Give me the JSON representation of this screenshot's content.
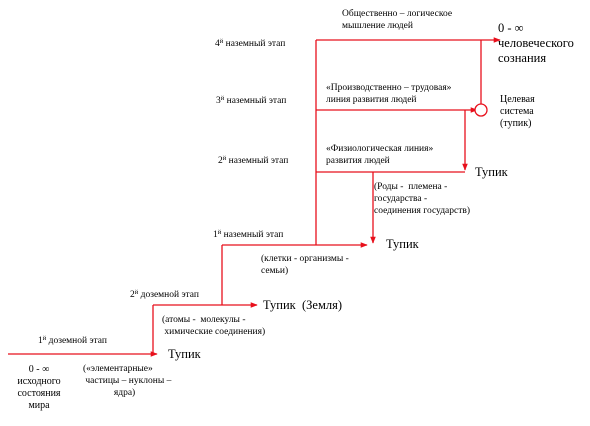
{
  "stages": [
    {
      "num": "1",
      "sup": "й",
      "text": " доземной этап"
    },
    {
      "num": "2",
      "sup": "й",
      "text": " доземной этап"
    },
    {
      "num": "1",
      "sup": "й",
      "text": " наземный этап"
    },
    {
      "num": "2",
      "sup": "й",
      "text": " наземный этап"
    },
    {
      "num": "3",
      "sup": "й",
      "text": " наземный этап"
    },
    {
      "num": "4",
      "sup": "й",
      "text": " наземный этап"
    }
  ],
  "start": "0 - ∞\nисходного\nсостояния\nмира",
  "levels": [
    {
      "desc": "(«элементарные»\n частицы – нуклоны –\n             ядра)",
      "end": "Тупик"
    },
    {
      "desc": "(атомы -  молекулы -\n химические соединения)",
      "end": "Тупик  (Земля)"
    },
    {
      "desc": "(клетки - организмы -\nсемьи)",
      "end": "Тупик"
    },
    {
      "desc": "«Физиологическая линия»\nразвития людей",
      "desc2": "(Роды -  племена -\nгосударства -\nсоединения государств)",
      "end": "Тупик"
    },
    {
      "desc": "«Производственно – трудовая»\nлиния развития людей",
      "end": "Целевая\nсистема\n(тупик)"
    },
    {
      "desc": "Общественно – логическое\nмышление людей",
      "end": "0 - ∞\nчеловеческого\nсознания"
    }
  ],
  "colors": {
    "line": "#e8101c",
    "text": "#000000"
  }
}
